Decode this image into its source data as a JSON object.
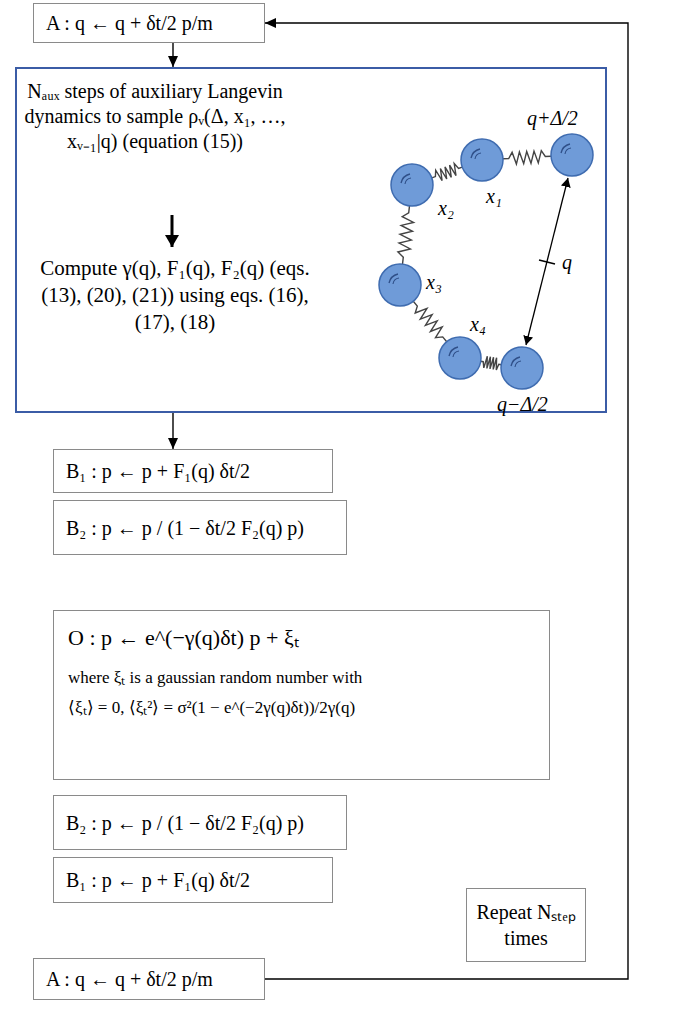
{
  "diagram": {
    "nodes": [
      {
        "text": [
          "A : q ← q + δt/2 p/m"
        ]
      },
      {
        "text": [
          "Nₐᵤₓ steps of auxiliary Langevin dynamics to sample ρᵥ(Δ, x₁, …, xᵥ₋₁|q) (equation (15))",
          "Compute γ(q), F₁(q), F₂(q) (eqs. (13), (20), (21)) using eqs. (16), (17), (18)"
        ]
      },
      {
        "text": [
          "B₁ : p ← p + F₁(q) δt/2"
        ]
      },
      {
        "text": [
          "B₂ : p ← p / (1 − δt/2 F₂(q) p)"
        ]
      },
      {
        "text": [
          "O : p ← e^(−γ(q)δt) p + ξₜ",
          "where ξₜ is a gaussian random number with",
          "⟨ξₜ⟩ = 0, ⟨ξₜ²⟩ = σ²(1 − e^(−2γ(q)δt))/2γ(q)"
        ]
      },
      {
        "text": [
          "B₂ : p ← p / (1 − δt/2 F₂(q) p)"
        ]
      },
      {
        "text": [
          "B₁ : p ← p + F₁(q) δt/2"
        ]
      },
      {
        "text": [
          "A : q ← q + δt/2 p/m"
        ]
      },
      {
        "text": [
          "Repeat Nₛₜₑₚ times"
        ]
      }
    ],
    "edges": [
      {
        "from": 0,
        "to": 1,
        "arrow": "to"
      },
      {
        "from": 1,
        "to": 2,
        "arrow": "to"
      },
      {
        "from": 7,
        "to": 0,
        "arrow": "to"
      }
    ],
    "labels": [
      "q+Δ/2",
      "x₁",
      "x₂",
      "x₃",
      "x₄",
      "q−Δ/2",
      "q"
    ]
  }
}
